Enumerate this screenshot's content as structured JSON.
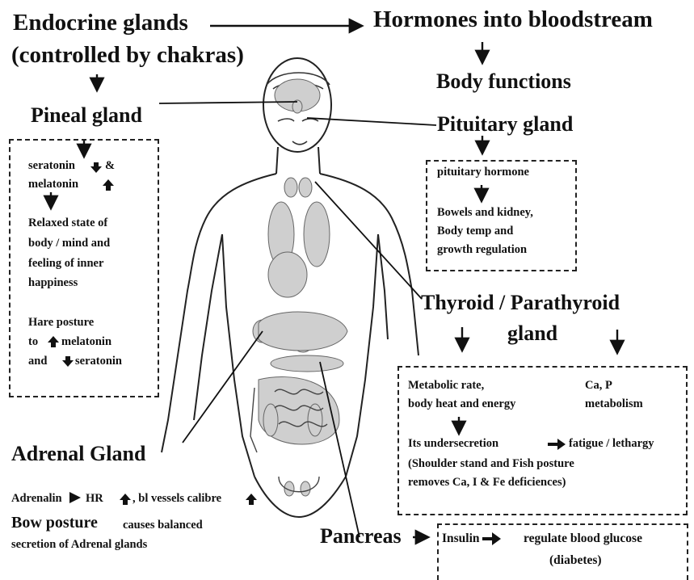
{
  "headings": {
    "endocrine_line1": "Endocrine glands",
    "endocrine_line2": "(controlled by chakras)",
    "hormones": "Hormones into bloodstream",
    "body_functions": "Body functions",
    "pineal": "Pineal gland",
    "pituitary": "Pituitary gland",
    "thyroid_line1": "Thyroid / Parathyroid",
    "thyroid_line2": "gland",
    "adrenal": "Adrenal Gland",
    "pancreas": "Pancreas"
  },
  "pineal_box": {
    "line1_a": "seratonin",
    "line1_b": "&",
    "line2_a": "melatonin",
    "relaxed1": "Relaxed state of",
    "relaxed2": "body / mind and",
    "relaxed3": "feeling of inner",
    "relaxed4": "happiness",
    "hare1": "Hare posture",
    "hare2_a": "to",
    "hare2_b": "melatonin",
    "hare3_a": "and",
    "hare3_b": "seratonin"
  },
  "pituitary_box": {
    "line1": "pituitary hormone",
    "line2": "Bowels and kidney,",
    "line3": "Body temp and",
    "line4": "growth regulation"
  },
  "thyroid_box": {
    "metabolic1": "Metabolic rate,",
    "metabolic2": "body heat and energy",
    "ca1": "Ca, P",
    "ca2": "metabolism",
    "under_a": "Its undersecretion",
    "under_b": "fatigue / lethargy",
    "shoulder1": "(Shoulder stand and Fish posture",
    "shoulder2": "removes Ca, I & Fe deficiences)"
  },
  "adrenal_text": {
    "line1_a": "Adrenalin",
    "line1_b": "HR",
    "line1_c": ", bl vessels calibre",
    "bow_big": "Bow posture",
    "bow_rest": "causes balanced",
    "line3": "secretion of Adrenal glands"
  },
  "pancreas_box": {
    "insulin": "Insulin",
    "regulate": "regulate blood glucose",
    "diabetes": "(diabetes)"
  }
}
